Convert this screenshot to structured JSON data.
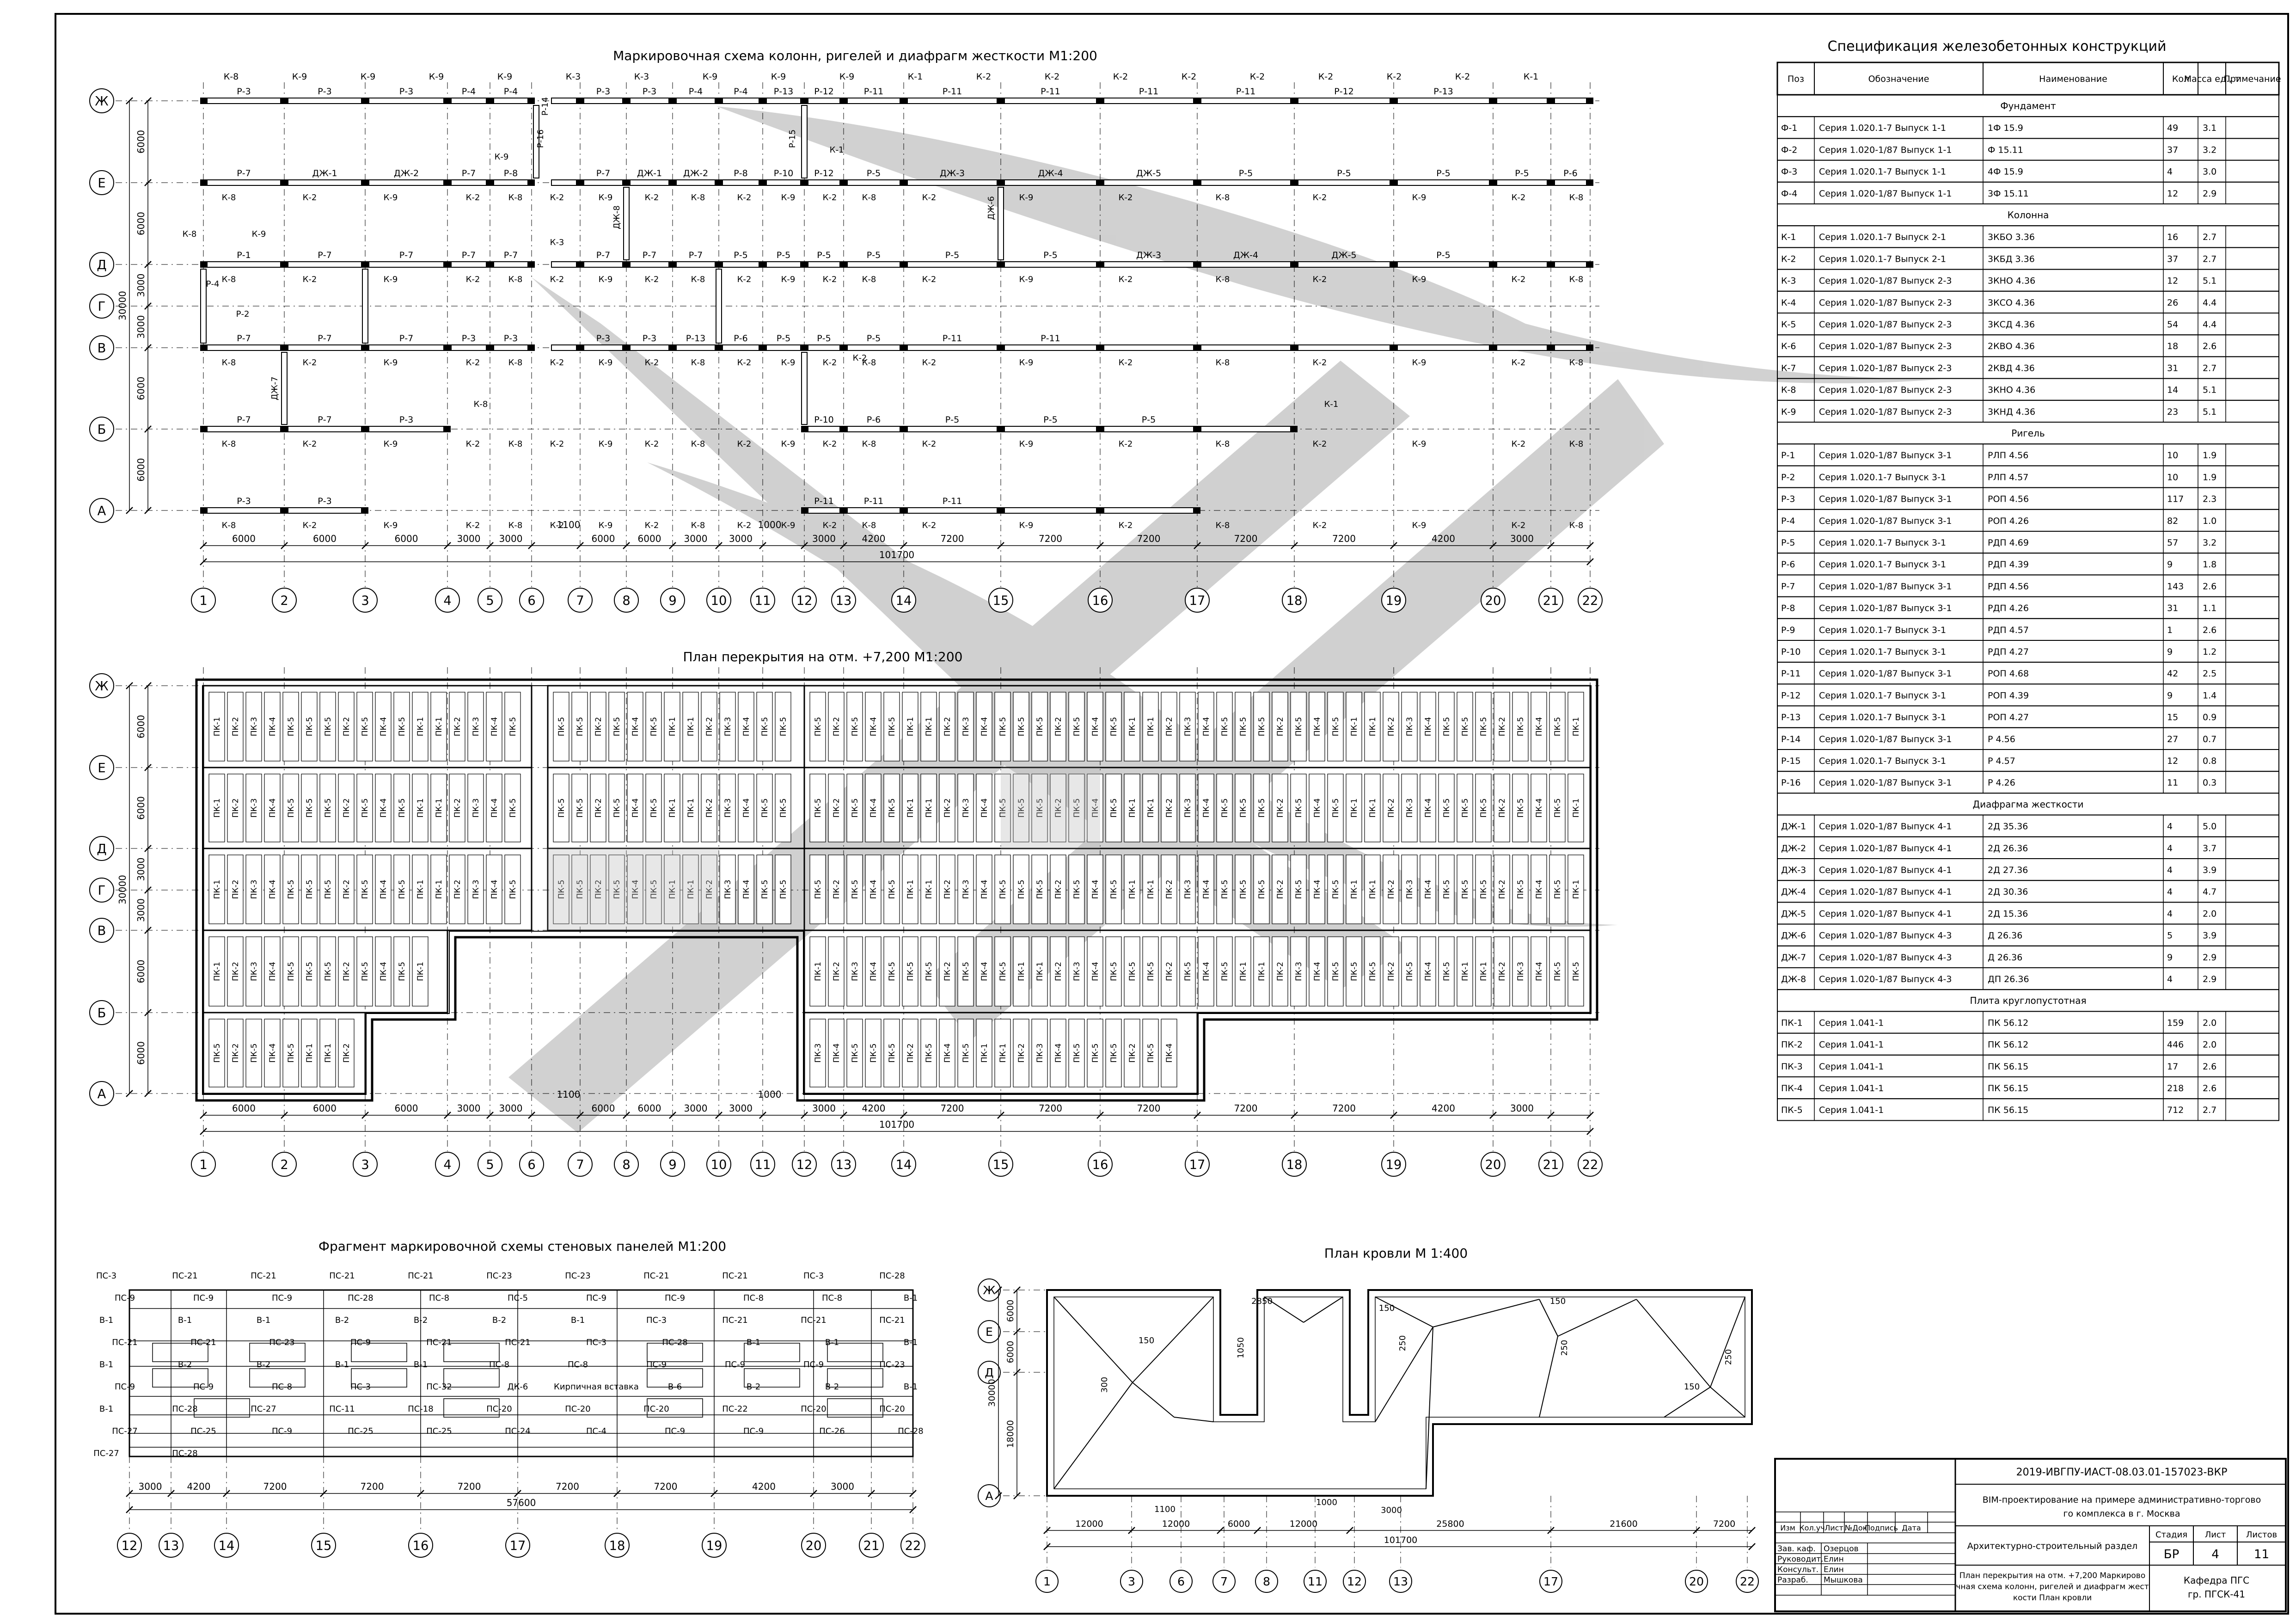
{
  "plan1": {
    "title": "Маркировочная схема колонн, ригелей и диафрагм жесткости М1:200",
    "row_axes": [
      "Ж",
      "Е",
      "Д",
      "Г",
      "В",
      "Б",
      "А"
    ],
    "row_dims": [
      "6000",
      "6000",
      "3000",
      "3000",
      "6000",
      "6000"
    ],
    "total_height": "30000",
    "col_axes": [
      "1",
      "2",
      "3",
      "4",
      "5",
      "6",
      "7",
      "8",
      "9",
      "10",
      "11",
      "12",
      "13",
      "14",
      "15",
      "16",
      "17",
      "18",
      "19",
      "20",
      "21",
      "22"
    ],
    "col_dims": [
      "6000",
      "6000",
      "6000",
      "3000",
      "3000",
      "",
      "6000",
      "6000",
      "3000",
      "3000",
      "",
      "3000",
      "4200",
      "7200",
      "7200",
      "7200",
      "7200",
      "7200",
      "4200",
      "3000"
    ],
    "extra_dims": [
      "1100",
      "1000"
    ],
    "total_width": "101700",
    "row_e_labels": [
      "Р-3",
      "Р-3",
      "Р-3",
      "Р-4",
      "Р-4",
      "Р-3",
      "Р-3",
      "Р-4",
      "Р-4",
      "Р-13",
      "Р-12",
      "Р-11",
      "Р-11",
      "Р-11",
      "Р-11",
      "Р-11",
      "Р-12",
      "Р-13"
    ],
    "row_e_cols": [
      "К-8",
      "К-9",
      "К-9",
      "К-9",
      "К-9",
      "К-3",
      "К-3",
      "К-9",
      "К-9",
      "К-9",
      "К-1",
      "К-2",
      "К-2",
      "К-2",
      "К-2",
      "К-2",
      "К-2",
      "К-2",
      "К-2",
      "К-1"
    ],
    "row_d_labels": [
      "Р-7",
      "ДЖ-1",
      "ДЖ-2",
      "Р-7",
      "Р-8",
      "Р-7",
      "ДЖ-1",
      "ДЖ-2",
      "Р-8",
      "Р-10",
      "Р-12",
      "Р-5",
      "ДЖ-3",
      "ДЖ-4",
      "ДЖ-5",
      "Р-5",
      "Р-5",
      "Р-5",
      "Р-5",
      "Р-6",
      "Р-10"
    ],
    "row_g_labels": [
      "Р-1",
      "Р-7",
      "Р-7",
      "Р-7",
      "Р-7",
      "Р-7",
      "Р-7",
      "Р-7",
      "Р-5",
      "Р-5",
      "Р-5",
      "Р-5",
      "Р-5",
      "Р-5",
      "ДЖ-3",
      "ДЖ-4",
      "ДЖ-5",
      "Р-5"
    ],
    "row_v_labels": [
      "Р-7",
      "Р-7",
      "Р-7",
      "Р-3",
      "Р-3",
      "Р-3",
      "Р-3",
      "Р-13",
      "Р-6",
      "Р-5",
      "Р-5",
      "Р-5",
      "Р-11",
      "Р-11"
    ],
    "row_b_labels": [
      "Р-7",
      "Р-7",
      "Р-3",
      "Р-10",
      "Р-6",
      "Р-5",
      "Р-5",
      "Р-5"
    ],
    "row_a_labels": [
      "Р-3",
      "Р-3",
      "Р-11",
      "Р-11",
      "Р-11"
    ],
    "misc_labels": [
      "К-8",
      "К-9",
      "К-3",
      "К-8",
      "К-9",
      "К-1",
      "К-2",
      "К-1",
      "ДЖ-6",
      "ДЖ-7",
      "ДЖ-8",
      "Р-15",
      "Р-16",
      "Р-14",
      "Р-2",
      "Р-4"
    ]
  },
  "plan2": {
    "title": "План перекрытия на отм. +7,200 М1:200",
    "slab_labels": [
      "ПК-1",
      "ПК-2",
      "ПК-3",
      "ПК-4",
      "ПК-5",
      "ПК-5",
      "ПК-5",
      "ПК-2",
      "ПК-5",
      "ПК-4",
      "ПК-5",
      "ПК-1"
    ],
    "col_axes": [
      "1",
      "2",
      "3",
      "4",
      "5",
      "6",
      "7",
      "8",
      "9",
      "10",
      "11",
      "12",
      "13",
      "14",
      "15",
      "16",
      "17",
      "18",
      "19",
      "20",
      "21",
      "22"
    ],
    "row_axes": [
      "Ж",
      "Е",
      "Д",
      "Г",
      "В",
      "Б",
      "А"
    ],
    "col_dims": [
      "6000",
      "6000",
      "6000",
      "3000",
      "3000",
      "",
      "6000",
      "6000",
      "3000",
      "3000",
      "",
      "3000",
      "4200",
      "7200",
      "7200",
      "7200",
      "7200",
      "7200",
      "4200",
      "3000"
    ],
    "row_dims": [
      "6000",
      "6000",
      "3000",
      "3000",
      "6000",
      "6000"
    ],
    "total_height": "30000",
    "extra_dims": [
      "1100",
      "1000"
    ],
    "total_width": "101700"
  },
  "plan3": {
    "title": "Фрагмент маркировочной схемы стеновых панелей М1:200",
    "labels": [
      "ПС-3",
      "ПС-21",
      "ПС-21",
      "ПС-21",
      "ПС-21",
      "ПС-23",
      "ПС-23",
      "ПС-21",
      "ПС-21",
      "ПС-3",
      "ПС-28",
      "ПС-9",
      "ПС-9",
      "ПС-9",
      "ПС-28",
      "ПС-8",
      "ПС-5",
      "ПС-9",
      "ПС-9",
      "ПС-8",
      "ПС-8",
      "В-1",
      "В-1",
      "В-1",
      "В-1",
      "В-2",
      "В-2",
      "В-2",
      "В-1",
      "ПС-3",
      "ПС-21",
      "ПС-21",
      "ПС-21",
      "ПС-21",
      "ПС-21",
      "ПС-23",
      "ПС-9",
      "ПС-21",
      "ПС-21",
      "ПС-3",
      "ПС-28",
      "В-1",
      "В-1",
      "В-1",
      "В-1",
      "В-2",
      "В-2",
      "В-1",
      "В-1",
      "ПС-8",
      "ПС-8",
      "ПС-9",
      "ПС-9",
      "ПС-9",
      "ПС-23",
      "ПС-9",
      "ПС-9",
      "ПС-8",
      "ПС-3",
      "ПС-32",
      "ДК-6",
      "Кирпичная вставка",
      "В-6",
      "В-2",
      "В-2",
      "В-1",
      "В-1",
      "ПС-28",
      "ПС-27",
      "ПС-11",
      "ПС-18",
      "ПС-20",
      "ПС-20",
      "ПС-20",
      "ПС-22",
      "ПС-20",
      "ПС-20",
      "ПС-27",
      "ПС-25",
      "ПС-9",
      "ПС-25",
      "ПС-25",
      "ПС-24",
      "ПС-4",
      "ПС-9",
      "ПС-9",
      "ПС-26",
      "ПС-28",
      "ПС-27",
      "ПС-28"
    ],
    "col_dims": [
      "3000",
      "4200",
      "7200",
      "7200",
      "7200",
      "7200",
      "7200",
      "4200",
      "3000"
    ],
    "total_width": "57600",
    "col_axes": [
      "12",
      "13",
      "14",
      "15",
      "16",
      "17",
      "18",
      "19",
      "20",
      "21",
      "22"
    ]
  },
  "plan4": {
    "title": "План кровли М 1:400",
    "row_axes": [
      "Ж",
      "Е",
      "Д",
      "А"
    ],
    "row_dims": [
      "6000",
      "6000",
      "18000"
    ],
    "total_height": "30000",
    "slope_labels": [
      "150",
      "300",
      "2850",
      "1050",
      "150",
      "250",
      "150",
      "250",
      "150",
      "250"
    ],
    "col_dims": [
      "12000",
      "12000",
      "6000",
      "12000",
      "25800",
      "21600",
      "7200"
    ],
    "extra_dims": [
      "1100",
      "1000",
      "3000"
    ],
    "total_width": "101700",
    "col_axes": [
      "1",
      "3",
      "6",
      "7",
      "8",
      "11",
      "12",
      "13",
      "17",
      "20",
      "22"
    ]
  },
  "spec": {
    "title": "Спецификация железобетонных конструкций",
    "headers": [
      "Поз",
      "Обозначение",
      "Наименование",
      "Кол",
      "Масса ед., т",
      "Примечание"
    ],
    "groups": [
      {
        "name": "Фундамент",
        "rows": [
          [
            "Ф-1",
            "Серия 1.020.1-7 Выпуск 1-1",
            "1Ф 15.9",
            "49",
            "3.1"
          ],
          [
            "Ф-2",
            "Серия 1.020-1/87 Выпуск 1-1",
            "Ф 15.11",
            "37",
            "3.2"
          ],
          [
            "Ф-3",
            "Серия 1.020.1-7 Выпуск 1-1",
            "4Ф 15.9",
            "4",
            "3.0"
          ],
          [
            "Ф-4",
            "Серия 1.020-1/87 Выпуск 1-1",
            "3Ф 15.11",
            "12",
            "2.9"
          ]
        ]
      },
      {
        "name": "Колонна",
        "rows": [
          [
            "К-1",
            "Серия 1.020.1-7 Выпуск 2-1",
            "3КБО 3.36",
            "16",
            "2.7"
          ],
          [
            "К-2",
            "Серия 1.020.1-7 Выпуск 2-1",
            "3КБД 3.36",
            "37",
            "2.7"
          ],
          [
            "К-3",
            "Серия 1.020-1/87 Выпуск 2-3",
            "3КНО 4.36",
            "12",
            "5.1"
          ],
          [
            "К-4",
            "Серия 1.020-1/87 Выпуск 2-3",
            "3КСО 4.36",
            "26",
            "4.4"
          ],
          [
            "К-5",
            "Серия 1.020-1/87 Выпуск 2-3",
            "3КСД 4.36",
            "54",
            "4.4"
          ],
          [
            "К-6",
            "Серия 1.020-1/87 Выпуск 2-3",
            "2КВО 4.36",
            "18",
            "2.6"
          ],
          [
            "К-7",
            "Серия 1.020-1/87 Выпуск 2-3",
            "2КВД 4.36",
            "31",
            "2.7"
          ],
          [
            "К-8",
            "Серия 1.020-1/87 Выпуск 2-3",
            "3КНО 4.36",
            "14",
            "5.1"
          ],
          [
            "К-9",
            "Серия 1.020-1/87 Выпуск 2-3",
            "3КНД 4.36",
            "23",
            "5.1"
          ]
        ]
      },
      {
        "name": "Ригель",
        "rows": [
          [
            "Р-1",
            "Серия 1.020-1/87 Выпуск 3-1",
            "РЛП 4.56",
            "10",
            "1.9"
          ],
          [
            "Р-2",
            "Серия 1.020.1-7 Выпуск 3-1",
            "РЛП 4.57",
            "10",
            "1.9"
          ],
          [
            "Р-3",
            "Серия 1.020-1/87 Выпуск 3-1",
            "РОП 4.56",
            "117",
            "2.3"
          ],
          [
            "Р-4",
            "Серия 1.020-1/87 Выпуск 3-1",
            "РОП 4.26",
            "82",
            "1.0"
          ],
          [
            "Р-5",
            "Серия 1.020.1-7 Выпуск 3-1",
            "РДП 4.69",
            "57",
            "3.2"
          ],
          [
            "Р-6",
            "Серия 1.020.1-7 Выпуск 3-1",
            "РДП 4.39",
            "9",
            "1.8"
          ],
          [
            "Р-7",
            "Серия 1.020-1/87 Выпуск 3-1",
            "РДП 4.56",
            "143",
            "2.6"
          ],
          [
            "Р-8",
            "Серия 1.020-1/87 Выпуск 3-1",
            "РДП 4.26",
            "31",
            "1.1"
          ],
          [
            "Р-9",
            "Серия 1.020.1-7 Выпуск 3-1",
            "РДП 4.57",
            "1",
            "2.6"
          ],
          [
            "Р-10",
            "Серия 1.020.1-7 Выпуск 3-1",
            "РДП 4.27",
            "9",
            "1.2"
          ],
          [
            "Р-11",
            "Серия 1.020-1/87 Выпуск 3-1",
            "РОП 4.68",
            "42",
            "2.5"
          ],
          [
            "Р-12",
            "Серия 1.020.1-7 Выпуск 3-1",
            "РОП 4.39",
            "9",
            "1.4"
          ],
          [
            "Р-13",
            "Серия 1.020.1-7 Выпуск 3-1",
            "РОП 4.27",
            "15",
            "0.9"
          ],
          [
            "Р-14",
            "Серия 1.020-1/87 Выпуск 3-1",
            "Р 4.56",
            "27",
            "0.7"
          ],
          [
            "Р-15",
            "Серия 1.020.1-7 Выпуск 3-1",
            "Р 4.57",
            "12",
            "0.8"
          ],
          [
            "Р-16",
            "Серия 1.020-1/87 Выпуск 3-1",
            "Р 4.26",
            "11",
            "0.3"
          ]
        ]
      },
      {
        "name": "Диафрагма жесткости",
        "rows": [
          [
            "ДЖ-1",
            "Серия 1.020-1/87 Выпуск 4-1",
            "2Д 35.36",
            "4",
            "5.0"
          ],
          [
            "ДЖ-2",
            "Серия 1.020-1/87 Выпуск 4-1",
            "2Д 26.36",
            "4",
            "3.7"
          ],
          [
            "ДЖ-3",
            "Серия 1.020-1/87 Выпуск 4-1",
            "2Д 27.36",
            "4",
            "3.9"
          ],
          [
            "ДЖ-4",
            "Серия 1.020-1/87 Выпуск 4-1",
            "2Д 30.36",
            "4",
            "4.7"
          ],
          [
            "ДЖ-5",
            "Серия 1.020-1/87 Выпуск 4-1",
            "2Д 15.36",
            "4",
            "2.0"
          ],
          [
            "ДЖ-6",
            "Серия 1.020-1/87 Выпуск 4-3",
            "Д 26.36",
            "5",
            "3.9"
          ],
          [
            "ДЖ-7",
            "Серия 1.020-1/87 Выпуск 4-3",
            "Д 26.36",
            "9",
            "2.9"
          ],
          [
            "ДЖ-8",
            "Серия 1.020-1/87 Выпуск 4-3",
            "ДП 26.36",
            "4",
            "2.9"
          ]
        ]
      },
      {
        "name": "Плита круглопустотная",
        "rows": [
          [
            "ПК-1",
            "Серия 1.041-1",
            "ПК 56.12",
            "159",
            "2.0"
          ],
          [
            "ПК-2",
            "Серия 1.041-1",
            "ПК 56.12",
            "446",
            "2.0"
          ],
          [
            "ПК-3",
            "Серия 1.041-1",
            "ПК 56.15",
            "17",
            "2.6"
          ],
          [
            "ПК-4",
            "Серия 1.041-1",
            "ПК 56.15",
            "218",
            "2.6"
          ],
          [
            "ПК-5",
            "Серия 1.041-1",
            "ПК 56.15",
            "712",
            "2.7"
          ]
        ]
      }
    ]
  },
  "stamp": {
    "code": "2019-ИВГПУ-ИАСТ-08.03.01-157023-ВКР",
    "project": "BIM-проектирование на примере административно-торгового комплекса в г. Москва",
    "section": "Архитектурно-строительный раздел",
    "sheet_title": "План перекрытия на отм. +7,200 Маркировочная схема колонн, ригелей и диафрагм жесткости План кровли",
    "org": "Кафедра ПГС гр. ПГСК-41",
    "col_headers": [
      "Изм",
      "Кол.уч",
      "Лист",
      "№Док",
      "Подпись",
      "Дата"
    ],
    "people": [
      [
        "Зав. каф.",
        "Озерцов"
      ],
      [
        "Руководит.",
        "Елин"
      ],
      [
        "Консульт.",
        "Елин"
      ],
      [
        "Разраб.",
        "Мышкова"
      ]
    ],
    "stage_headers": [
      "Стадия",
      "Лист",
      "Листов"
    ],
    "stage_values": [
      "БР",
      "4",
      "11"
    ]
  }
}
